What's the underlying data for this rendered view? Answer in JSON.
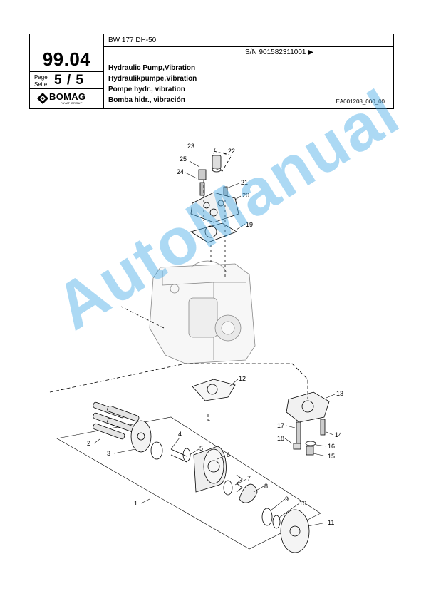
{
  "header": {
    "section_number": "99.04",
    "page_label_1": "Page",
    "page_label_2": "Seite",
    "page_number": "5 / 5",
    "brand": "BOMAG",
    "brand_sub": "FAYAT GROUP",
    "model": "BW 177 DH-50",
    "serial": "S/N 901582311001 ▶",
    "titles": [
      "Hydraulic Pump,Vibration",
      "Hydraulikpumpe,Vibration",
      "Pompe hydr., vibration",
      "Bomba hidr., vibración"
    ],
    "doc_ref": "EA001208_000_00"
  },
  "diagram": {
    "callouts": [
      "1",
      "2",
      "3",
      "4",
      "5",
      "6",
      "7",
      "8",
      "9",
      "10",
      "11",
      "12",
      "13",
      "14",
      "15",
      "16",
      "17",
      "18",
      "19",
      "20",
      "21",
      "22",
      "23",
      "24",
      "25"
    ]
  },
  "watermark": "AutoManual",
  "colors": {
    "watermark": "#46aae6",
    "line": "#000000"
  }
}
